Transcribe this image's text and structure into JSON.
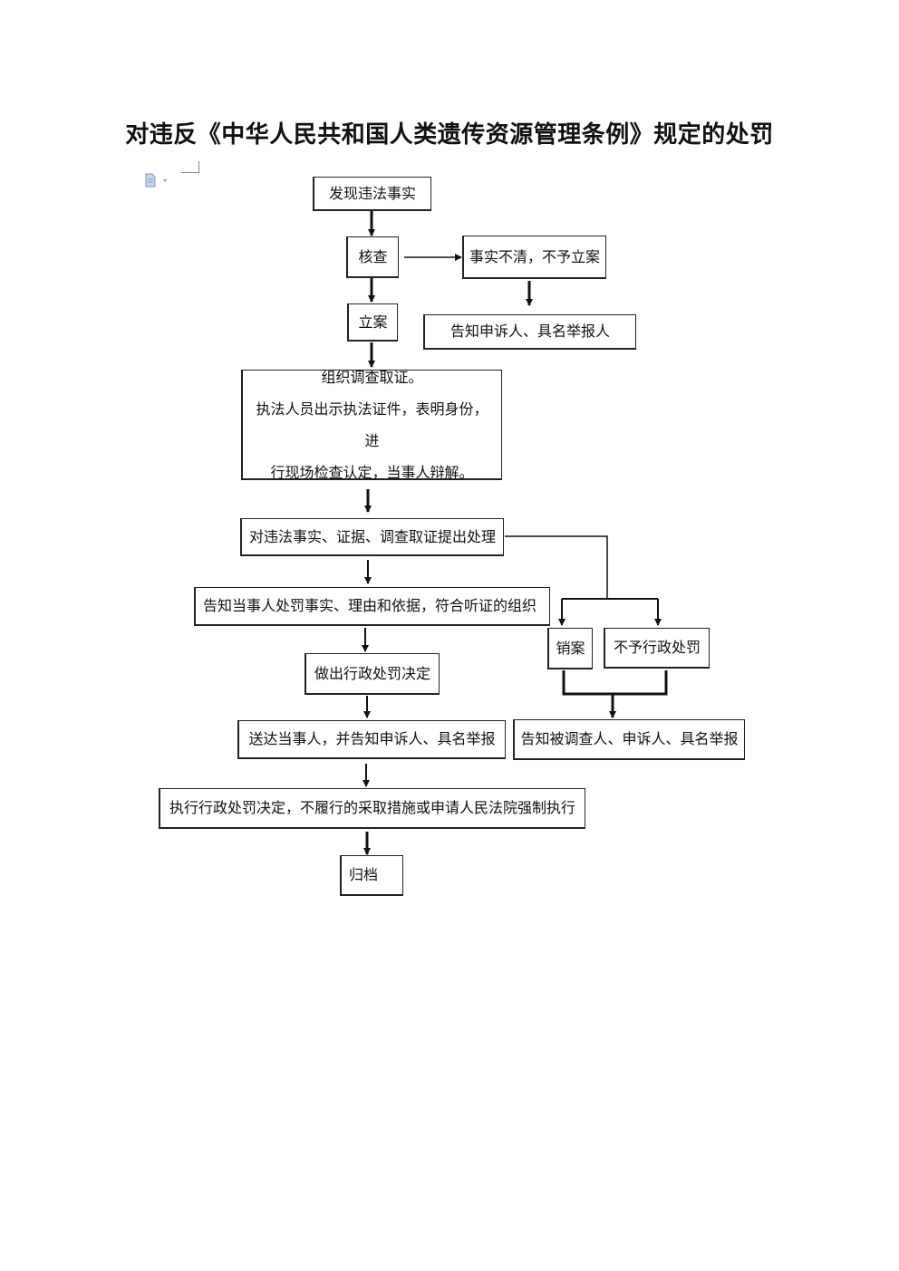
{
  "title": "对违反《中华人民共和国人类遗传资源管理条例》规定的处罚",
  "icons": {
    "document": "document-icon",
    "corner_mark": "text-boundary-mark"
  },
  "steps": {
    "discover": "发现违法事实",
    "verify": "核查",
    "unclear": "事实不清，不予立案",
    "notify_complainant": "告知申诉人、具名举报人",
    "file_case": "立案",
    "investigate": {
      "line1": "组织调查取证。",
      "line2": "执法人员出示执法证件，表明身份，进",
      "line3": "行现场检查认定，当事人辩解。"
    },
    "propose": "对违法事实、证据、调查取证提出处理",
    "inform_party": "告知当事人处罚事实、理由和依据，符合听证的组织",
    "cancel_case": "销案",
    "no_penalty": "不予行政处罚",
    "decision": "做出行政处罚决定",
    "deliver": "送达当事人，并告知申诉人、具名举报",
    "notify_all": "告知被调查人、申诉人、具名举报",
    "execute": "执行行政处罚决定，不履行的采取措施或申请人民法院强制执行",
    "archive": "归档"
  }
}
